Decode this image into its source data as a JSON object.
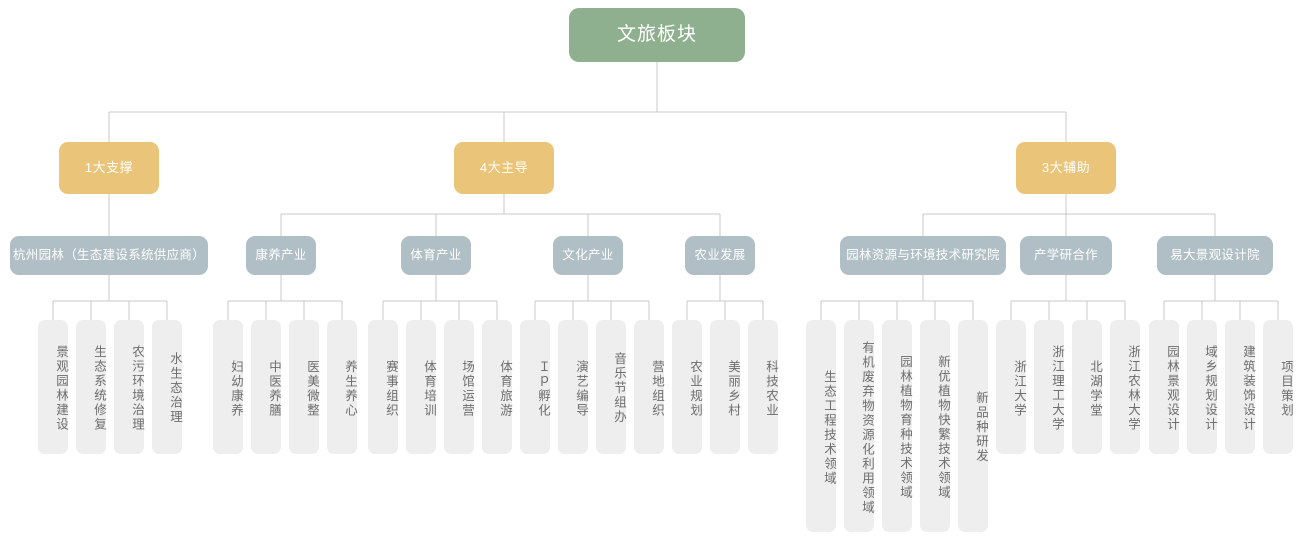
{
  "diagram": {
    "type": "org-chart",
    "title_node": "文旅板块",
    "colors": {
      "root": "#8fb08e",
      "category": "#eac478",
      "unit": "#b0bfc6",
      "leaf": "#eeeeee",
      "leaf_text": "#6e6e6e",
      "connector": "#c9c9c9",
      "background": "#ffffff"
    },
    "root": {
      "label": "文旅板块"
    },
    "categories": [
      {
        "label": "1大支撑"
      },
      {
        "label": "4大主导"
      },
      {
        "label": "3大辅助"
      }
    ],
    "units": [
      {
        "label": "杭州园林（生态建设系统供应商）"
      },
      {
        "label": "康养产业"
      },
      {
        "label": "体育产业"
      },
      {
        "label": "文化产业"
      },
      {
        "label": "农业发展"
      },
      {
        "label": "园林资源与环境技术研究院"
      },
      {
        "label": "产学研合作"
      },
      {
        "label": "易大景观设计院"
      }
    ],
    "leaves": [
      {
        "label": "景观园林建设"
      },
      {
        "label": "生态系统修复"
      },
      {
        "label": "农污环境治理"
      },
      {
        "label": "水生态治理"
      },
      {
        "label": "妇幼康养"
      },
      {
        "label": "中医养膳"
      },
      {
        "label": "医美微整"
      },
      {
        "label": "养生养心"
      },
      {
        "label": "赛事组织"
      },
      {
        "label": "体育培训"
      },
      {
        "label": "场馆运营"
      },
      {
        "label": "体育旅游"
      },
      {
        "label": "Ｉｐ孵化"
      },
      {
        "label": "演艺编导"
      },
      {
        "label": "音乐节组办"
      },
      {
        "label": "营地组织"
      },
      {
        "label": "农业规划"
      },
      {
        "label": "美丽乡村"
      },
      {
        "label": "科技农业"
      },
      {
        "label": "生态工程技术领域"
      },
      {
        "label": "有机废弃物资源化利用领域"
      },
      {
        "label": "园林植物育种技术领域"
      },
      {
        "label": "新优植物快繁技术领域"
      },
      {
        "label": "新品种研发"
      },
      {
        "label": "浙江大学"
      },
      {
        "label": "浙江理工大学"
      },
      {
        "label": "北湖学堂"
      },
      {
        "label": "浙江农林大学"
      },
      {
        "label": "园林景观设计"
      },
      {
        "label": "域乡规划设计"
      },
      {
        "label": "建筑装饰设计"
      },
      {
        "label": "项目策划"
      }
    ]
  }
}
